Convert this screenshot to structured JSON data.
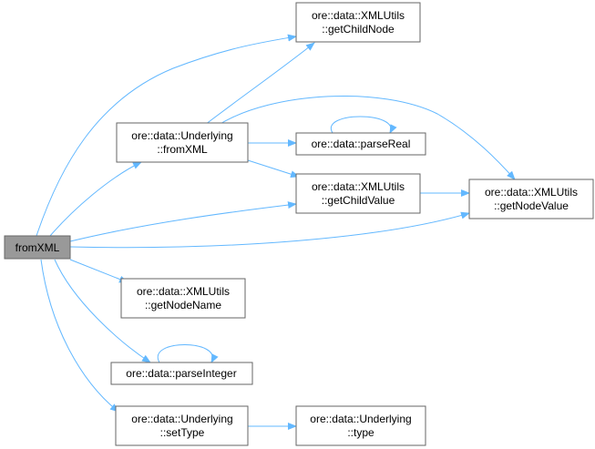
{
  "nodes": {
    "root": [
      "fromXML"
    ],
    "underlying_fromxml": [
      "ore::data::Underlying",
      "::fromXML"
    ],
    "get_child_node": [
      "ore::data::XMLUtils",
      "::getChildNode"
    ],
    "parse_real": [
      "ore::data::parseReal"
    ],
    "get_child_value": [
      "ore::data::XMLUtils",
      "::getChildValue"
    ],
    "get_node_value": [
      "ore::data::XMLUtils",
      "::getNodeValue"
    ],
    "get_node_name": [
      "ore::data::XMLUtils",
      "::getNodeName"
    ],
    "parse_integer": [
      "ore::data::parseInteger"
    ],
    "set_type": [
      "ore::data::Underlying",
      "::setType"
    ],
    "type": [
      "ore::data::Underlying",
      "::type"
    ]
  },
  "colors": {
    "edge": "#63b8ff",
    "root_fill": "#999999",
    "border": "#666666"
  }
}
